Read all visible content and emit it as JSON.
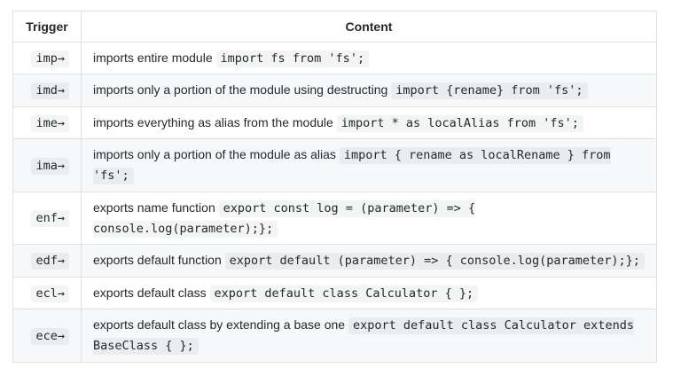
{
  "page": {
    "background": "#ffffff"
  },
  "colors": {
    "text": "#24292e",
    "table_border": "#dfe2e5",
    "row_stripe": "#f6f8fa",
    "code_chip_bg": "#f3f4f4"
  },
  "table": {
    "columns": [
      {
        "label": "Trigger"
      },
      {
        "label": "Content"
      }
    ],
    "rows": [
      {
        "trigger": "imp→",
        "description": "imports entire module",
        "code": "import fs from 'fs';"
      },
      {
        "trigger": "imd→",
        "description": "imports only a portion of the module using destructing",
        "code": "import {rename} from 'fs';"
      },
      {
        "trigger": "ime→",
        "description": "imports everything as alias from the module",
        "code": "import * as localAlias from 'fs';"
      },
      {
        "trigger": "ima→",
        "description": "imports only a portion of the module as alias",
        "code": "import { rename as localRename } from 'fs';"
      },
      {
        "trigger": "enf→",
        "description": "exports name function",
        "code": "export const log = (parameter) => { console.log(parameter);};"
      },
      {
        "trigger": "edf→",
        "description": "exports default function",
        "code": "export default (parameter) => { console.log(parameter);};"
      },
      {
        "trigger": "ecl→",
        "description": "exports default class",
        "code": "export default class Calculator { };"
      },
      {
        "trigger": "ece→",
        "description": "exports default class by extending a base one",
        "code": "export default class Calculator extends BaseClass { };"
      }
    ]
  }
}
